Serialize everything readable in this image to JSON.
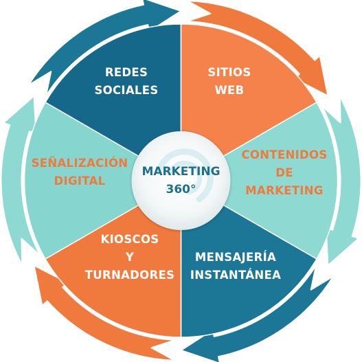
{
  "center": {
    "lines": [
      "MARKETING",
      "360°"
    ],
    "color": "#1e6f8c"
  },
  "segments": [
    {
      "id": "redes-sociales",
      "lines": [
        "REDES",
        "SOCIALES"
      ],
      "fill": "#16688a",
      "text_color": "#ffffff"
    },
    {
      "id": "sitios-web",
      "lines": [
        "SITIOS",
        "WEB"
      ],
      "fill": "#f5824a",
      "text_color": "#ffffff"
    },
    {
      "id": "contenidos-de-marketing",
      "lines": [
        "CONTENIDOS",
        "DE",
        "MARKETING"
      ],
      "fill": "#8ed9d2",
      "text_color": "#ef7a3c"
    },
    {
      "id": "mensajeria-instantanea",
      "lines": [
        "MENSAJERÍA",
        "INSTANTÁNEA"
      ],
      "fill": "#1b7795",
      "text_color": "#ffffff"
    },
    {
      "id": "kioscos-y-turnadores",
      "lines": [
        "KIOSCOS",
        "Y",
        "TURNADORES"
      ],
      "fill": "#f07a3e",
      "text_color": "#ffffff"
    },
    {
      "id": "senalizacion-digital",
      "lines": [
        "SEÑALIZACIÓN",
        "DIGITAL"
      ],
      "fill": "#86d6cf",
      "text_color": "#ef7a3c"
    }
  ],
  "arrows": [
    {
      "id": "top-right",
      "color": "#f07a3e"
    },
    {
      "id": "right",
      "color": "#8ed9d2"
    },
    {
      "id": "bottom-right",
      "color": "#1b7795"
    },
    {
      "id": "bottom-left",
      "color": "#f07a3e"
    },
    {
      "id": "left",
      "color": "#8ed9d2"
    },
    {
      "id": "top-left",
      "color": "#1b7795"
    }
  ]
}
